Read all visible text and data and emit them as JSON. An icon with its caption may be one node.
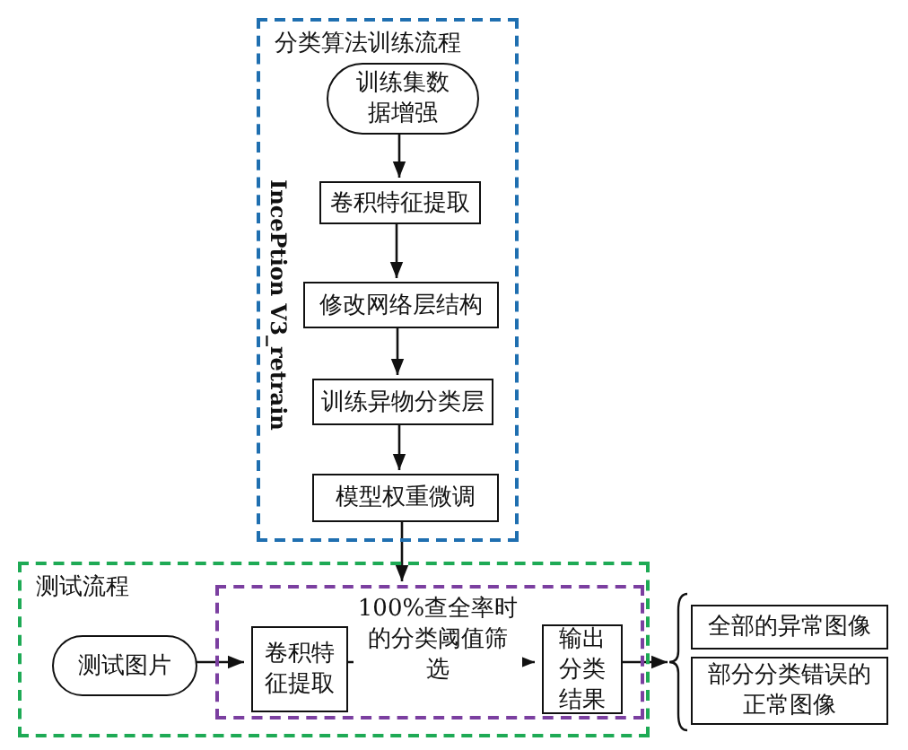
{
  "diagram": {
    "nodes": [
      {
        "text": [
          "分类算法训练流程"
        ]
      },
      {
        "text": [
          "训练集数据增强"
        ],
        "in": 0
      },
      {
        "text": [
          "卷积特征提取"
        ],
        "in": 0
      },
      {
        "text": [
          "修改网络层结构"
        ],
        "in": 0
      },
      {
        "text": [
          "训练异物分类层"
        ],
        "in": 0
      },
      {
        "text": [
          "模型权重微调"
        ],
        "in": 0
      },
      {
        "text": [
          "测试流程"
        ]
      },
      {
        "text": [
          "测试图片"
        ],
        "in": 6
      },
      {
        "text": [],
        "shape": "box",
        "in": 6
      },
      {
        "text": [
          "卷积特征提取"
        ],
        "in": 8
      },
      {
        "text": [
          "输出分类结果"
        ],
        "in": 8
      },
      {
        "text": [],
        "shape": "brace"
      },
      {
        "text": [
          "全部的异常图像"
        ]
      },
      {
        "text": [
          "部分分类错误的正常图像"
        ]
      }
    ],
    "edges": [
      {
        "from": 1,
        "to": 2,
        "arrow": "to"
      },
      {
        "from": 2,
        "to": 3,
        "arrow": "to"
      },
      {
        "from": 3,
        "to": 4,
        "arrow": "to"
      },
      {
        "from": 4,
        "to": 5,
        "arrow": "to"
      },
      {
        "from": 5,
        "to": 8,
        "arrow": "to"
      },
      {
        "from": 7,
        "to": 9,
        "arrow": "to"
      },
      {
        "from": 9,
        "to": 10,
        "arrow": "to",
        "label": "100%查全率时的分类阈值筛选"
      },
      {
        "from": 10,
        "to": 11,
        "arrow": "to"
      }
    ],
    "labels": [
      "IncePtion V3_retrain"
    ]
  }
}
